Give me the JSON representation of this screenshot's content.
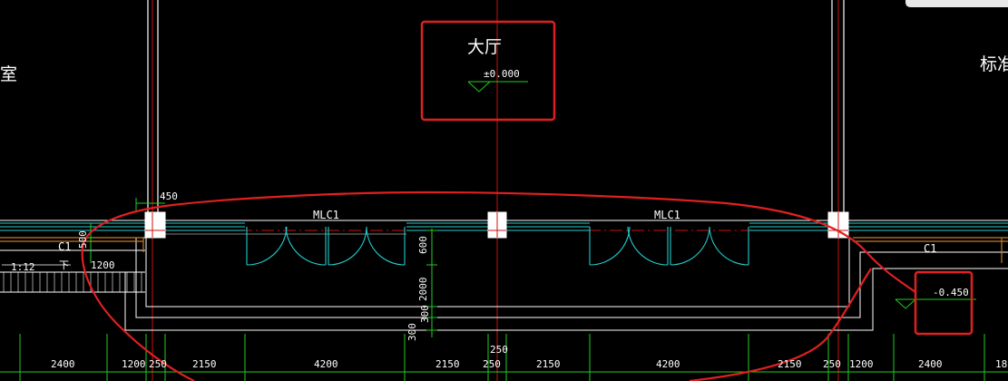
{
  "rooms": {
    "left_partial": "室",
    "hall": "大厅",
    "right_partial": "标准"
  },
  "elevations": {
    "hall": "±0.000",
    "outside": "-0.450"
  },
  "labels": {
    "door_left": "MLC1",
    "door_right": "MLC1",
    "window_left": "C1",
    "window_right": "C1",
    "ramp_slope": "1:12",
    "ramp_down": "下",
    "ramp_width": "1200"
  },
  "dims": {
    "top_450": "450",
    "v_600": "600",
    "v_2000": "2000",
    "v_300a": "300",
    "v_300b": "300",
    "v_left_500": "500",
    "mid_250": "250"
  },
  "dim_row": [
    "2400",
    "1200",
    "250",
    "2150",
    "4200",
    "2150",
    "250",
    "2150",
    "4200",
    "2150",
    "250",
    "1200",
    "2400",
    "18"
  ],
  "colors": {
    "background": "#000000",
    "wall": "#ffffff",
    "axis": "#cc1111",
    "window": "#22cccc",
    "dimension": "#22cc22",
    "highlight": "#e02020",
    "ramp": "#c87a28"
  }
}
